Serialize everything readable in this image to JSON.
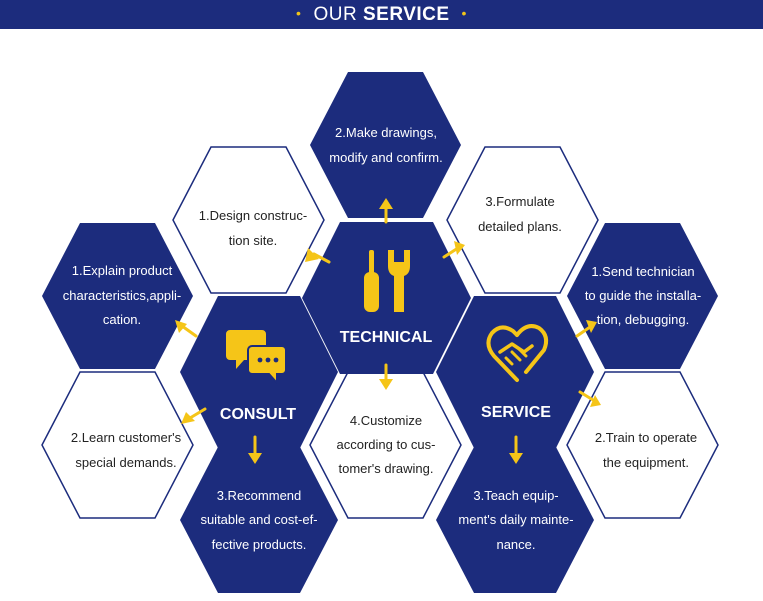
{
  "header": {
    "title_prefix": "OUR",
    "title_bold": "SERVICE",
    "bullet": "•"
  },
  "colors": {
    "navy": "#1c2c7d",
    "yellow": "#f5c518",
    "hex_border": "#1c2c7d",
    "white": "#ffffff",
    "text_dark": "#222222"
  },
  "center_hexes": [
    {
      "id": "technical",
      "label": "TECHNICAL",
      "icon": "screwdriver-wrench-icon"
    },
    {
      "id": "consult",
      "label": "CONSULT",
      "icon": "speech-bubbles-icon"
    },
    {
      "id": "service",
      "label": "SERVICE",
      "icon": "heart-handshake-icon"
    }
  ],
  "steps": {
    "technical_2": [
      "2.Make drawings,",
      "modify and confirm."
    ],
    "technical_1": [
      "1.Design construc-",
      "tion site."
    ],
    "technical_3": [
      "3.Formulate",
      "detailed plans."
    ],
    "consult_1": [
      "1.Explain product",
      "characteristics,appli-",
      "cation."
    ],
    "consult_2": [
      "2.Learn customer's",
      "special demands."
    ],
    "consult_3": [
      "3.Recommend",
      "suitable and cost-ef-",
      "fective products."
    ],
    "center_4": [
      "4.Customize",
      "according to cus-",
      "tomer's drawing."
    ],
    "service_1": [
      "1.Send technician",
      "to guide the installa-",
      "tion, debugging."
    ],
    "service_2": [
      "2.Train to operate",
      "the equipment."
    ],
    "service_3": [
      "3.Teach equip-",
      "ment's daily mainte-",
      "nance."
    ]
  }
}
